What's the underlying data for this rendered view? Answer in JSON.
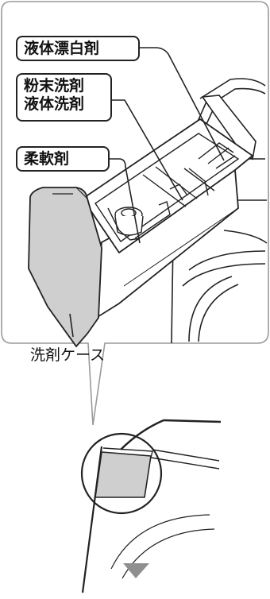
{
  "labels": {
    "bleach": "液体漂白剤",
    "detergent_line1": "粉末洗剤",
    "detergent_line2": "液体洗剤",
    "softener": "柔軟剤",
    "case": "洗剤ケース"
  },
  "colors": {
    "line": "#222222",
    "case_gray": "#cfcfcf",
    "arrow_gray": "#8f8f8f"
  }
}
